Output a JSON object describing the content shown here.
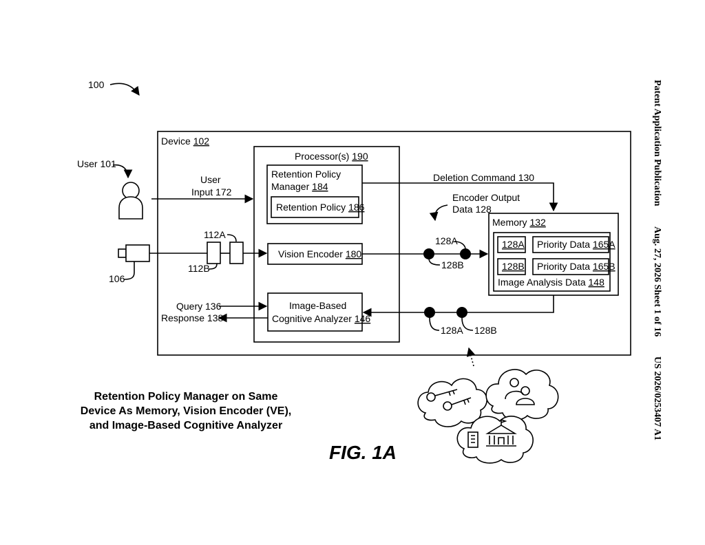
{
  "header": {
    "publication": "Patent Application Publication",
    "date_sheet": "Aug. 27, 2026  Sheet 1 of 16",
    "pub_number": "US 2026/0253407 A1"
  },
  "figure_ref": "100",
  "device": {
    "label": "Device",
    "num": "102"
  },
  "processor": {
    "label": "Processor(s)",
    "num": "190"
  },
  "rpm": {
    "line1": "Retention Policy",
    "line2": "Manager",
    "num": "184"
  },
  "policy": {
    "label": "Retention Policy",
    "num": "186"
  },
  "vision_encoder": {
    "label": "Vision Encoder",
    "num": "180"
  },
  "analyzer": {
    "line1": "Image-Based",
    "line2": "Cognitive Analyzer",
    "num": "146"
  },
  "memory": {
    "label": "Memory",
    "num": "132"
  },
  "memory_rows": [
    {
      "id": "128A",
      "label": "Priority Data",
      "num": "165A"
    },
    {
      "id": "128B",
      "label": "Priority Data",
      "num": "165B"
    }
  ],
  "image_analysis": {
    "label": "Image Analysis Data",
    "num": "148"
  },
  "user": "User 101",
  "user_input": {
    "line1": "User",
    "line2": "Input 172"
  },
  "deletion_command": "Deletion Command 130",
  "encoder_output": {
    "line1": "Encoder Output",
    "line2": "Data 128"
  },
  "camera_ref": "106",
  "frame_a": "112A",
  "frame_b": "112B",
  "query": "Query 136",
  "response": "Response 138",
  "token_a": "128A",
  "token_b": "128B",
  "caption": {
    "line1": "Retention Policy Manager on Same",
    "line2": "Device As Memory, Vision Encoder (VE),",
    "line3": "and Image-Based Cognitive Analyzer"
  },
  "fig_label": "FIG. 1A"
}
